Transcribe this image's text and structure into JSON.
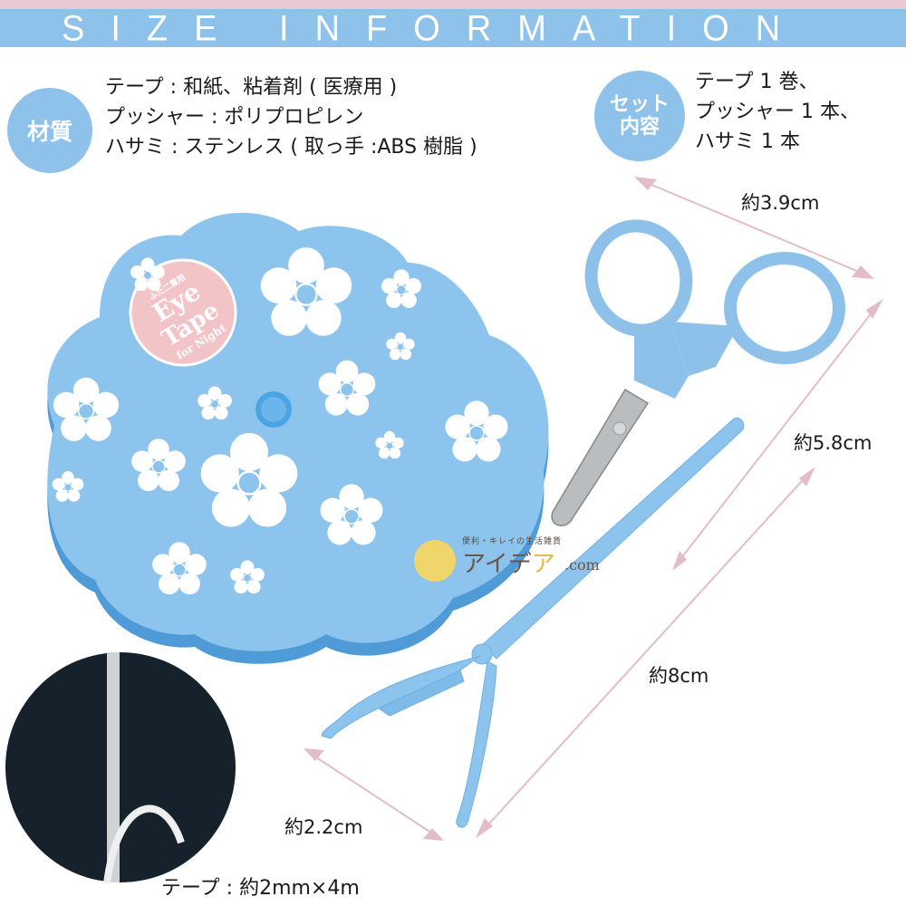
{
  "header": {
    "title": "SIZE INFORMATION",
    "strip_color": "#e8c8d2",
    "banner_color": "#8ec2ea"
  },
  "materials": {
    "badge_label": "材質",
    "lines": [
      "テープ : 和紙、粘着剤 ( 医療用 )",
      "プッシャー : ポリプロピレン",
      "ハサミ : ステンレス ( 取っ手 :ABS 樹脂 )"
    ]
  },
  "set_contents": {
    "badge_line1": "セット",
    "badge_line2": "内容",
    "lines": [
      "テープ 1 巻、",
      "プッシャー 1 本、",
      "ハサミ 1 本"
    ]
  },
  "product": {
    "case_label_small": "ふた二重用",
    "case_label_line1": "Eye",
    "case_label_line2": "Tape",
    "case_label_line3": "for Night",
    "case_color": "#8cc4ee",
    "label_color": "#f2c4c8"
  },
  "measurements": {
    "scissors_width": "約3.9cm",
    "scissors_length": "約5.8cm",
    "pusher_length": "約8cm",
    "pusher_width": "約2.2cm",
    "arrow_color": "#e3bcc8"
  },
  "tape_detail": {
    "caption": "テープ : 約2mm×4m"
  },
  "logo": {
    "tagline": "便利・キレイの生活雑貨",
    "name_part1": "アイデ",
    "name_part2": "ア",
    "dotcom": ".com"
  }
}
